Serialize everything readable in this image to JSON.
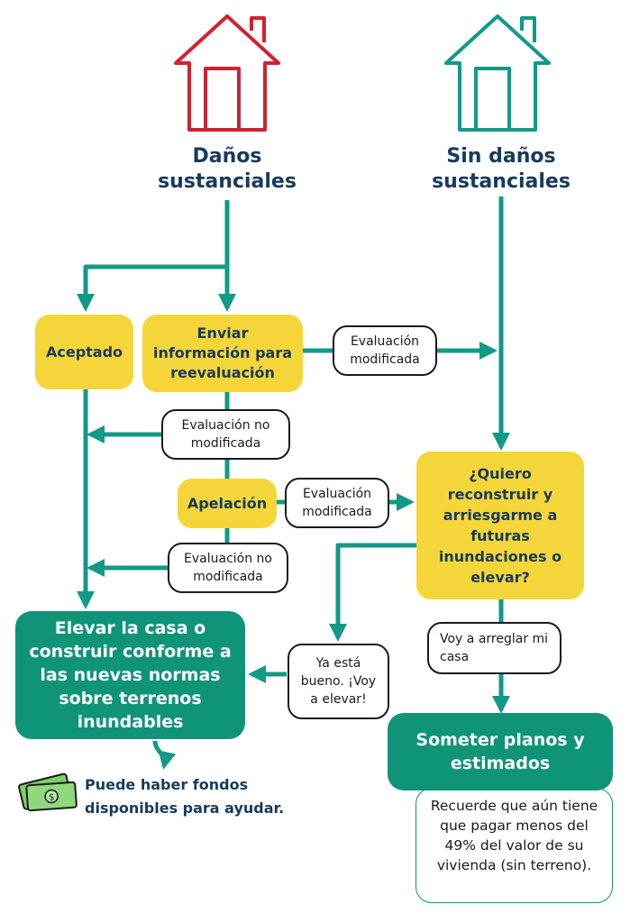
{
  "colors": {
    "damaged": "#d42030",
    "undamaged": "#119a87",
    "arrow": "#119a87",
    "yellow_box": "#f5d63a",
    "teal_box": "#0f9478",
    "text_dark": "#173a5e"
  },
  "icons": {
    "damaged_house": "house-icon",
    "undamaged_house": "house-icon",
    "money": "money-icon"
  },
  "headings": {
    "damaged": "Daños sustanciales",
    "undamaged": "Sin daños sustanciales"
  },
  "nodes": {
    "accepted": "Aceptado",
    "send_info": "Enviar información para reevaluación",
    "appeal": "Apelación",
    "question": "¿Quiero reconstruir y arriesgarme a futuras inundaciones o elevar?",
    "elevate": "Elevar la casa o construir conforme a las nuevas normas sobre terrenos inundables",
    "submit_plans": "Someter planos y estimados"
  },
  "labels": {
    "modified_1": "Evaluación modificada",
    "not_modified_1": "Evaluación no modificada",
    "modified_2": "Evaluación modificada",
    "not_modified_2": "Evaluación no modificada",
    "will_elevate": "Ya está bueno. ¡Voy a elevar!",
    "will_repair": "Voy a arreglar mi casa"
  },
  "notes": {
    "funds": "Puede haber fondos disponibles para ayudar.",
    "reminder": "Recuerde que aún tiene que pagar menos del 49% del valor de su vivienda (sin terreno)."
  }
}
